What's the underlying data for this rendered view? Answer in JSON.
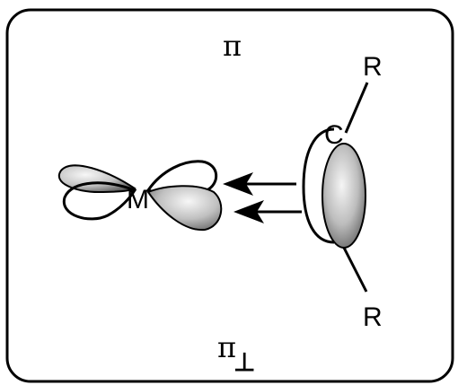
{
  "labels": {
    "pi_top": "π",
    "pi_bottom": "π",
    "pi_bottom_subscript": "⊥",
    "metal": "M",
    "carbon": "C",
    "r_top": "R",
    "r_bottom": "R"
  },
  "colors": {
    "frame": "#000000",
    "lobe_light": "#f7f7f7",
    "lobe_mid": "#c4c4c4",
    "lobe_dark": "#5a5a5a",
    "background": "#ffffff"
  },
  "icons": {
    "arrow_top": "left-arrow-icon",
    "arrow_bottom": "left-arrow-icon"
  }
}
